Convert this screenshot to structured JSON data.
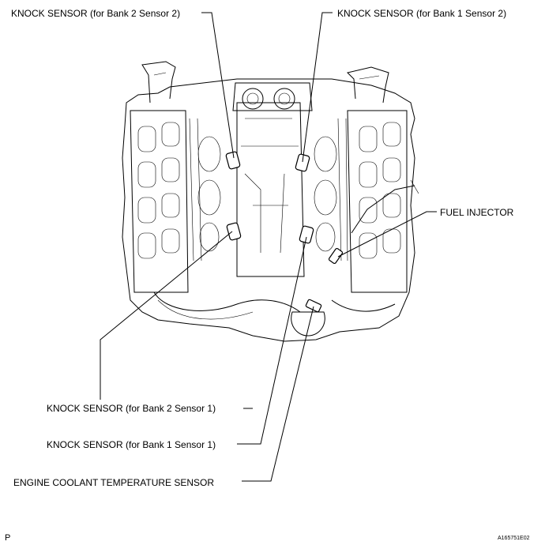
{
  "labels": {
    "ks_bank2_s2": "KNOCK SENSOR (for Bank 2 Sensor 2)",
    "ks_bank1_s2": "KNOCK SENSOR (for Bank 1 Sensor 2)",
    "fuel_injector": "FUEL INJECTOR",
    "ks_bank2_s1": "KNOCK SENSOR (for Bank 2 Sensor 1)",
    "ks_bank1_s1": "KNOCK SENSOR (for Bank 1 Sensor 1)",
    "ect_sensor": "ENGINE COOLANT TEMPERATURE SENSOR"
  },
  "footer": {
    "corner_letter": "P",
    "figure_code": "A165751E02"
  }
}
